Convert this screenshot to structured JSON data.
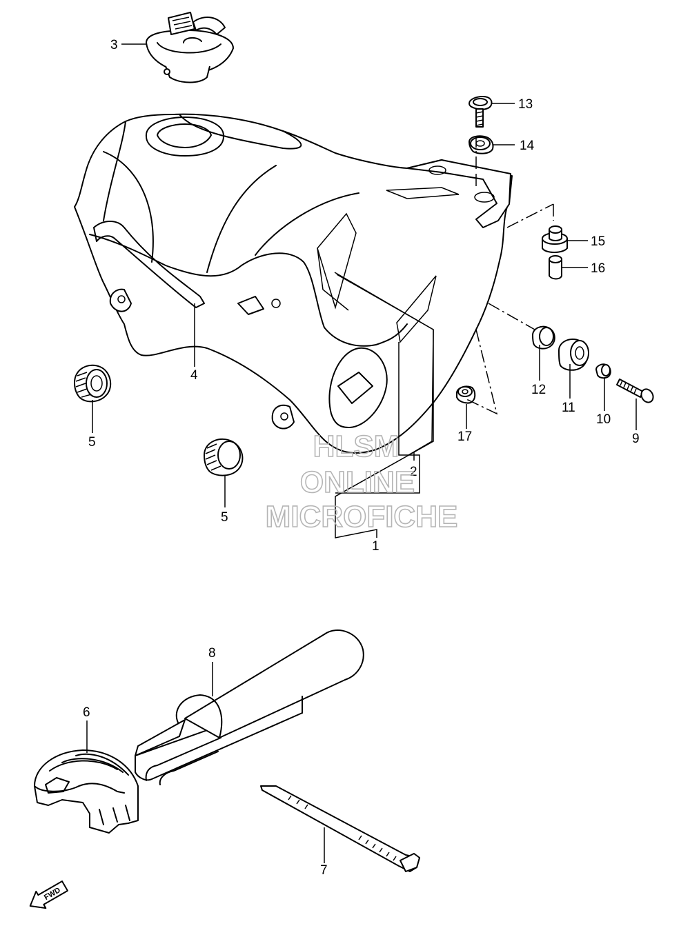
{
  "diagram": {
    "callouts": {
      "c1": "1",
      "c2": "2",
      "c3": "3",
      "c4": "4",
      "c5a": "5",
      "c5b": "5",
      "c6": "6",
      "c7": "7",
      "c8": "8",
      "c9": "9",
      "c10": "10",
      "c11": "11",
      "c12": "12",
      "c13": "13",
      "c14": "14",
      "c15": "15",
      "c16": "16",
      "c17": "17"
    },
    "watermark": {
      "line1": "HLSM",
      "line2": "ONLINE",
      "line3": "MICROFICHE"
    },
    "direction_arrow": {
      "label": "FWD",
      "icon": "fwd-arrow-icon"
    }
  }
}
